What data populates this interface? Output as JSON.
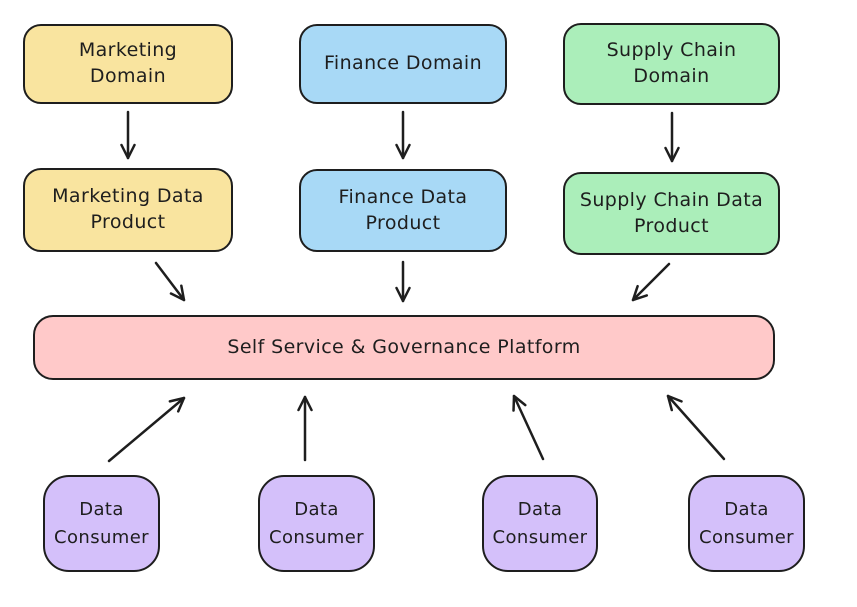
{
  "diagram": {
    "background_color": "#ffffff",
    "stroke_color": "#1e1e1e",
    "domains": [
      {
        "label": "Marketing Domain",
        "color": "#f9e49f"
      },
      {
        "label": "Finance Domain",
        "color": "#a8d9f6"
      },
      {
        "label": "Supply Chain Domain",
        "color": "#abeeba"
      }
    ],
    "data_products": [
      {
        "label": "Marketing Data Product",
        "color": "#f9e49f"
      },
      {
        "label": "Finance Data Product",
        "color": "#a8d9f6"
      },
      {
        "label": "Supply Chain Data Product",
        "color": "#abeeba"
      }
    ],
    "platform": {
      "label": "Self Service & Governance Platform",
      "color": "#ffc9c9"
    },
    "consumers": [
      {
        "label": "Data Consumer",
        "color": "#d4c0fa"
      },
      {
        "label": "Data Consumer",
        "color": "#d4c0fa"
      },
      {
        "label": "Data Consumer",
        "color": "#d4c0fa"
      },
      {
        "label": "Data Consumer",
        "color": "#d4c0fa"
      }
    ],
    "connections": [
      {
        "from": "Marketing Domain",
        "to": "Marketing Data Product"
      },
      {
        "from": "Finance Domain",
        "to": "Finance Data Product"
      },
      {
        "from": "Supply Chain Domain",
        "to": "Supply Chain Data Product"
      },
      {
        "from": "Marketing Data Product",
        "to": "Self Service & Governance Platform"
      },
      {
        "from": "Finance Data Product",
        "to": "Self Service & Governance Platform"
      },
      {
        "from": "Supply Chain Data Product",
        "to": "Self Service & Governance Platform"
      },
      {
        "from": "Data Consumer 1",
        "to": "Self Service & Governance Platform"
      },
      {
        "from": "Data Consumer 2",
        "to": "Self Service & Governance Platform"
      },
      {
        "from": "Data Consumer 3",
        "to": "Self Service & Governance Platform"
      },
      {
        "from": "Data Consumer 4",
        "to": "Self Service & Governance Platform"
      }
    ]
  }
}
